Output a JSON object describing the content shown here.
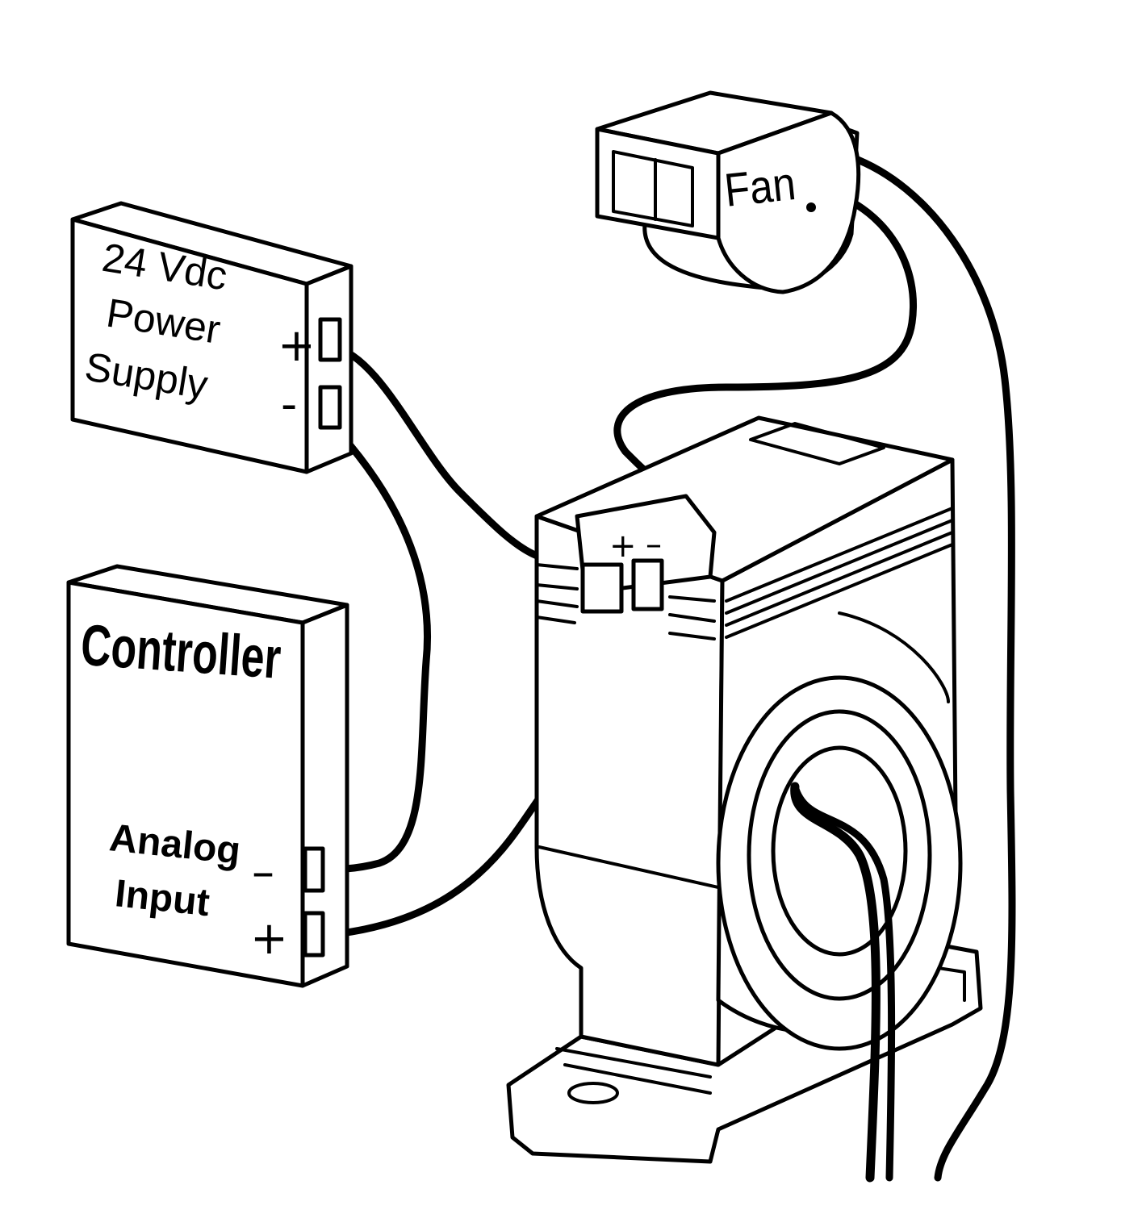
{
  "power_supply": {
    "line1": "24 Vdc",
    "line2": "Power",
    "line3": "Supply",
    "plus": "+",
    "minus": "-"
  },
  "controller": {
    "title": "Controller",
    "input_line1": "Analog",
    "input_line2": "Input",
    "minus": "–",
    "plus": "+"
  },
  "fan": {
    "label": "Fan"
  },
  "sensor": {
    "terminal_plus": "+",
    "terminal_minus": "–"
  }
}
